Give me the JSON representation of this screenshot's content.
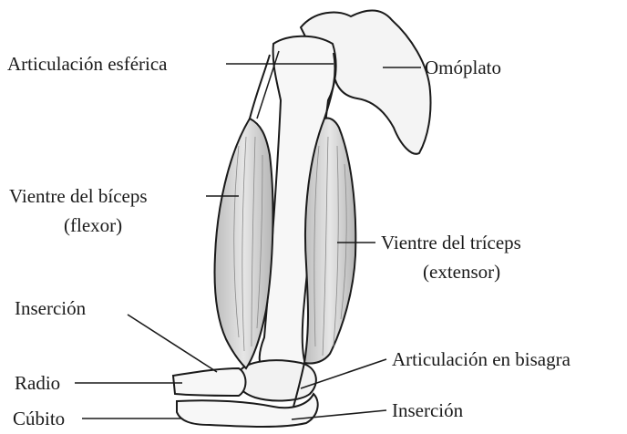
{
  "labels": {
    "ball_joint": "Articulación esférica",
    "scapula": "Omóplato",
    "biceps_belly": "Vientre del bíceps",
    "biceps_role": "(flexor)",
    "triceps_belly": "Vientre del tríceps",
    "triceps_role": "(extensor)",
    "insertion_top": "Inserción",
    "radius": "Radio",
    "ulna": "Cúbito",
    "hinge_joint": "Articulación en bisagra",
    "insertion_bottom": "Inserción"
  },
  "colors": {
    "line": "#1a1a1a",
    "bone_fill": "#f7f7f7",
    "muscle_fill": "#d9d9d9",
    "muscle_shade": "#9a9a9a"
  }
}
